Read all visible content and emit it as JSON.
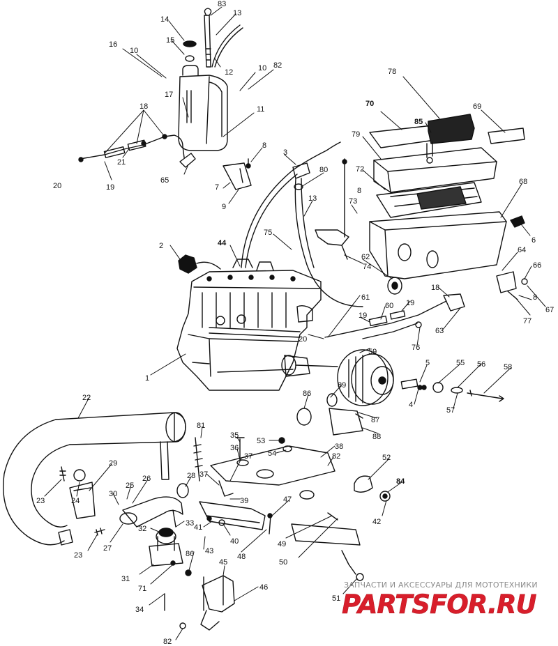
{
  "watermark": {
    "tagline": "ЗАПЧАСТИ И АКСЕССУАРЫ ДЛЯ МОТОТЕХНИКИ",
    "logo": "PARTSFOR.RU",
    "logo_color": "#d81e2b"
  },
  "callouts": [
    {
      "id": "c83a",
      "text": "83"
    },
    {
      "id": "c13a",
      "text": "13"
    },
    {
      "id": "c14",
      "text": "14"
    },
    {
      "id": "c15",
      "text": "15"
    },
    {
      "id": "c16",
      "text": "16"
    },
    {
      "id": "c10a",
      "text": "10"
    },
    {
      "id": "c12",
      "text": "12"
    },
    {
      "id": "c10b",
      "text": "10"
    },
    {
      "id": "c82a",
      "text": "82"
    },
    {
      "id": "c17",
      "text": "17"
    },
    {
      "id": "c18a",
      "text": "18"
    },
    {
      "id": "c11",
      "text": "11"
    },
    {
      "id": "c21",
      "text": "21"
    },
    {
      "id": "c20a",
      "text": "20"
    },
    {
      "id": "c19a",
      "text": "19"
    },
    {
      "id": "c65",
      "text": "65"
    },
    {
      "id": "c8a",
      "text": "8"
    },
    {
      "id": "c7",
      "text": "7"
    },
    {
      "id": "c9",
      "text": "9"
    },
    {
      "id": "c3",
      "text": "3"
    },
    {
      "id": "c80",
      "text": "80"
    },
    {
      "id": "c13b",
      "text": "13"
    },
    {
      "id": "c8b",
      "text": "8"
    },
    {
      "id": "c73",
      "text": "73"
    },
    {
      "id": "c78",
      "text": "78"
    },
    {
      "id": "c70",
      "text": "70"
    },
    {
      "id": "c85",
      "text": "85"
    },
    {
      "id": "c69",
      "text": "69"
    },
    {
      "id": "c79",
      "text": "79"
    },
    {
      "id": "c72",
      "text": "72"
    },
    {
      "id": "c68",
      "text": "68"
    },
    {
      "id": "c6",
      "text": "6"
    },
    {
      "id": "c2",
      "text": "2"
    },
    {
      "id": "c44",
      "text": "44"
    },
    {
      "id": "c75",
      "text": "75"
    },
    {
      "id": "c62",
      "text": "62"
    },
    {
      "id": "c74",
      "text": "74"
    },
    {
      "id": "c64",
      "text": "64"
    },
    {
      "id": "c66",
      "text": "66"
    },
    {
      "id": "c67",
      "text": "67"
    },
    {
      "id": "c77",
      "text": "77"
    },
    {
      "id": "c8c",
      "text": "8"
    },
    {
      "id": "c18b",
      "text": "18"
    },
    {
      "id": "c61",
      "text": "61"
    },
    {
      "id": "c60",
      "text": "60"
    },
    {
      "id": "c19b",
      "text": "19"
    },
    {
      "id": "c19c",
      "text": "19"
    },
    {
      "id": "c63",
      "text": "63"
    },
    {
      "id": "c76",
      "text": "76"
    },
    {
      "id": "c20b",
      "text": "20"
    },
    {
      "id": "c59",
      "text": "59"
    },
    {
      "id": "c1",
      "text": "1"
    },
    {
      "id": "c5",
      "text": "5"
    },
    {
      "id": "c55",
      "text": "55"
    },
    {
      "id": "c56",
      "text": "56"
    },
    {
      "id": "c58",
      "text": "58"
    },
    {
      "id": "c4",
      "text": "4"
    },
    {
      "id": "c57",
      "text": "57"
    },
    {
      "id": "c89",
      "text": "89"
    },
    {
      "id": "c86a",
      "text": "86"
    },
    {
      "id": "c87",
      "text": "87"
    },
    {
      "id": "c88",
      "text": "88"
    },
    {
      "id": "c22",
      "text": "22"
    },
    {
      "id": "c81",
      "text": "81"
    },
    {
      "id": "c35",
      "text": "35"
    },
    {
      "id": "c53",
      "text": "53"
    },
    {
      "id": "c36",
      "text": "36"
    },
    {
      "id": "c54",
      "text": "54"
    },
    {
      "id": "c38",
      "text": "38"
    },
    {
      "id": "c37a",
      "text": "37"
    },
    {
      "id": "c82b",
      "text": "82"
    },
    {
      "id": "c29",
      "text": "29"
    },
    {
      "id": "c52",
      "text": "52"
    },
    {
      "id": "c28",
      "text": "28"
    },
    {
      "id": "c37b",
      "text": "37"
    },
    {
      "id": "c26",
      "text": "26"
    },
    {
      "id": "c25",
      "text": "25"
    },
    {
      "id": "c84",
      "text": "84"
    },
    {
      "id": "c23a",
      "text": "23"
    },
    {
      "id": "c24",
      "text": "24"
    },
    {
      "id": "c30",
      "text": "30"
    },
    {
      "id": "c39",
      "text": "39"
    },
    {
      "id": "c47",
      "text": "47"
    },
    {
      "id": "c42",
      "text": "42"
    },
    {
      "id": "c33",
      "text": "33"
    },
    {
      "id": "c41",
      "text": "41"
    },
    {
      "id": "c32",
      "text": "32"
    },
    {
      "id": "c27",
      "text": "27"
    },
    {
      "id": "c40",
      "text": "40"
    },
    {
      "id": "c49",
      "text": "49"
    },
    {
      "id": "c23b",
      "text": "23"
    },
    {
      "id": "c86b",
      "text": "86"
    },
    {
      "id": "c43",
      "text": "43"
    },
    {
      "id": "c48",
      "text": "48"
    },
    {
      "id": "c50",
      "text": "50"
    },
    {
      "id": "c31",
      "text": "31"
    },
    {
      "id": "c71",
      "text": "71"
    },
    {
      "id": "c45",
      "text": "45"
    },
    {
      "id": "c46",
      "text": "46"
    },
    {
      "id": "c34",
      "text": "34"
    },
    {
      "id": "c51",
      "text": "51"
    },
    {
      "id": "c82c",
      "text": "82"
    }
  ]
}
